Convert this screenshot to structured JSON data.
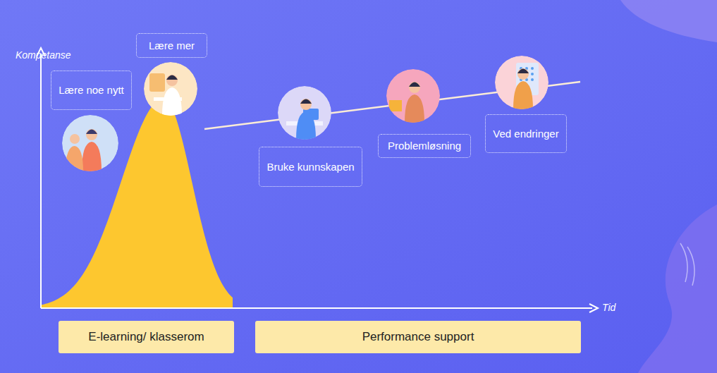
{
  "diagram": {
    "nodes": [
      {
        "text": [
          "Lære noe nytt"
        ]
      },
      {
        "text": [
          "Lære mer"
        ]
      },
      {
        "text": [
          "Bruke kunnskapen"
        ]
      },
      {
        "text": [
          "Problemløsning"
        ]
      },
      {
        "text": [
          "Ved endringer"
        ]
      },
      {
        "text": [
          "E-learning/ klasserom"
        ]
      },
      {
        "text": [
          "Performance support"
        ]
      }
    ],
    "labels": [
      "Kompetanse",
      "Tid"
    ]
  }
}
